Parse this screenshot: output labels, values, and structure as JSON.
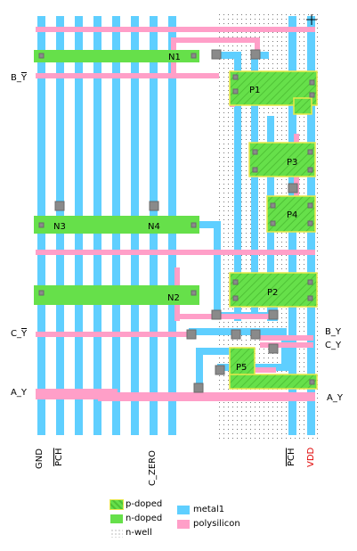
{
  "left_labels": {
    "b_y_bar": {
      "prefix": "B_",
      "over": "Y"
    },
    "c_y_bar": {
      "prefix": "C_",
      "over": "Y"
    },
    "a_y": "A_Y"
  },
  "right_labels": {
    "b_y": "B_Y",
    "c_y": "C_Y",
    "a_y": "A_Y"
  },
  "bottom_labels": {
    "gnd": "GND",
    "pch_left": "PCH",
    "c_zero": "C_ZERO",
    "pch_right": "PCH",
    "vdd": "VDD"
  },
  "transistors": {
    "n1": "N1",
    "n2": "N2",
    "n3": "N3",
    "n4": "N4",
    "p1": "P1",
    "p2": "P2",
    "p3": "P3",
    "p4": "P4",
    "p5": "P5"
  },
  "legend": {
    "p_doped": "p-doped",
    "n_doped": "n-doped",
    "n_well": "n-well",
    "metal1": "metal1",
    "polysilicon": "polysilicon"
  },
  "colors": {
    "metal1": "#5fcfff",
    "polysilicon": "#ff9fc8",
    "doped": "#66e04a",
    "p_doped_outline": "#e8e84a",
    "contact": "#8a8a8a",
    "vdd_label": "#e00000"
  }
}
